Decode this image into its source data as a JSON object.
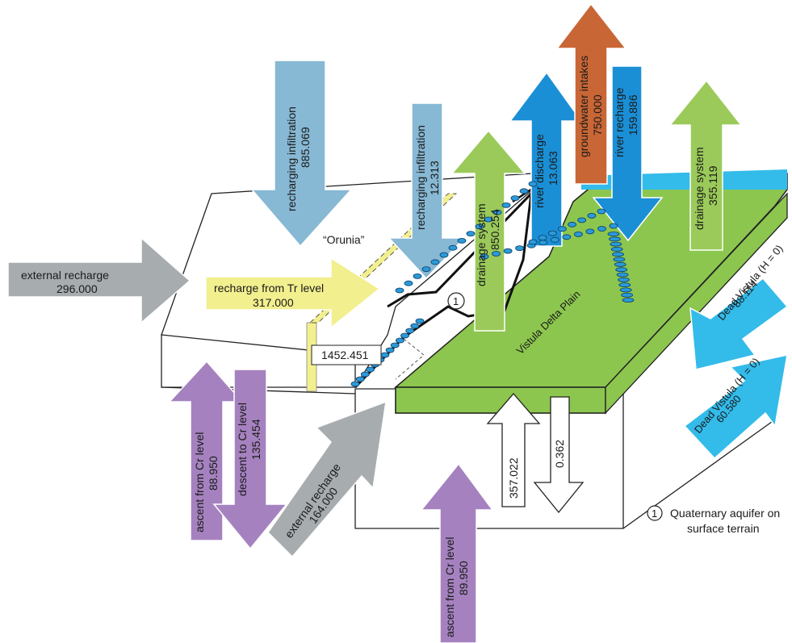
{
  "colors": {
    "grey": "#a7acaf",
    "blue_light": "#87b8d4",
    "blue_dark": "#1b8fd6",
    "cyan": "#33bbea",
    "green": "#9bca5a",
    "orange": "#c96636",
    "purple": "#a582bf",
    "yellow": "#f2ef8f",
    "plain_green": "#8cc64f"
  },
  "flows": {
    "external_recharge_top": {
      "label": "external recharge",
      "value": "296.000"
    },
    "recharge_from_tr": {
      "label": "recharge from Tr level",
      "value": "317.000"
    },
    "recharging_infiltration_1": {
      "label": "recharging infiltration",
      "value": "885.069"
    },
    "recharging_infiltration_2": {
      "label": "recharging infiltration",
      "value": "12.313"
    },
    "drainage_system_1": {
      "label": "drainage system",
      "value": "850.254"
    },
    "river_discharge": {
      "label": "river discharge",
      "value": "13.063"
    },
    "groundwater_intakes": {
      "label": "groundwater intakes",
      "value": "750.000"
    },
    "river_recharge": {
      "label": "river recharge",
      "value": "159.886"
    },
    "drainage_system_2": {
      "label": "drainage system",
      "value": "355.119"
    },
    "dead_vistula_1": {
      "label": "Dead Vistula (H = 0)",
      "value": "88.114"
    },
    "dead_vistula_2": {
      "label": "Dead Vistula (H = 0)",
      "value": "60.580"
    },
    "ascent_cr_left": {
      "label": "ascent from Cr level",
      "value": "88.950"
    },
    "descent_cr": {
      "label": "descent to Cr level",
      "value": "135.454"
    },
    "external_recharge_bottom": {
      "label": "external recharge",
      "value": "164.000"
    },
    "ascent_cr_bottom": {
      "label": "ascent from Cr level",
      "value": "89.950"
    },
    "vertical_up": {
      "value": "357.022"
    },
    "vertical_down": {
      "value": "0.362"
    }
  },
  "labels": {
    "orunia": "“Orunia”",
    "boundary_flow": "1452.451",
    "plain": "Vistula Delta Plain",
    "marker": "1"
  },
  "legend": {
    "marker": "1",
    "line1": "Quaternary aquifer on",
    "line2": "surface terrain"
  }
}
